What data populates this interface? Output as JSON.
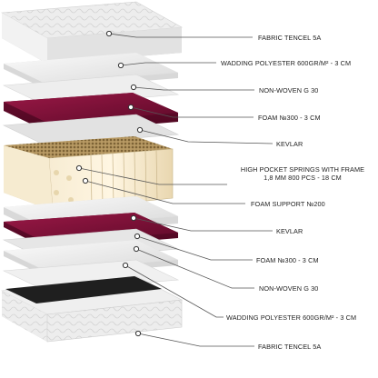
{
  "diagram": {
    "labels": [
      {
        "id": "l1",
        "text": "FABRIC TENCEL 5A"
      },
      {
        "id": "l2",
        "text": "WADDING POLYESTER 600GR/M² - 3 CM"
      },
      {
        "id": "l3",
        "text": "NON-WOVEN G 30"
      },
      {
        "id": "l4",
        "text": "FOAM №300 - 3 CM"
      },
      {
        "id": "l5",
        "text": "KEVLAR"
      },
      {
        "id": "l6",
        "text": "HIGH POCKET SPRINGS WITH FRAME",
        "text2": "1,8 MM 800 PCS - 18 CM"
      },
      {
        "id": "l7",
        "text": "FOAM SUPPORT №200"
      },
      {
        "id": "l8",
        "text": "KEVLAR"
      },
      {
        "id": "l9",
        "text": "FOAM №300 - 3 CM"
      },
      {
        "id": "l10",
        "text": "NON-WOVEN G 30"
      },
      {
        "id": "l11",
        "text": "WADDING POLYESTER 600GR/M² - 3 CM"
      },
      {
        "id": "l12",
        "text": "FABRIC TENCEL 5A"
      }
    ],
    "colors": {
      "fabric": "#ececec",
      "wadding": "#f4f4f4",
      "nonwoven": "#e9e9e9",
      "foam": "#7a1037",
      "kevlar": "#dedede",
      "springs": "#f3e6c8",
      "line": "#555555"
    }
  }
}
